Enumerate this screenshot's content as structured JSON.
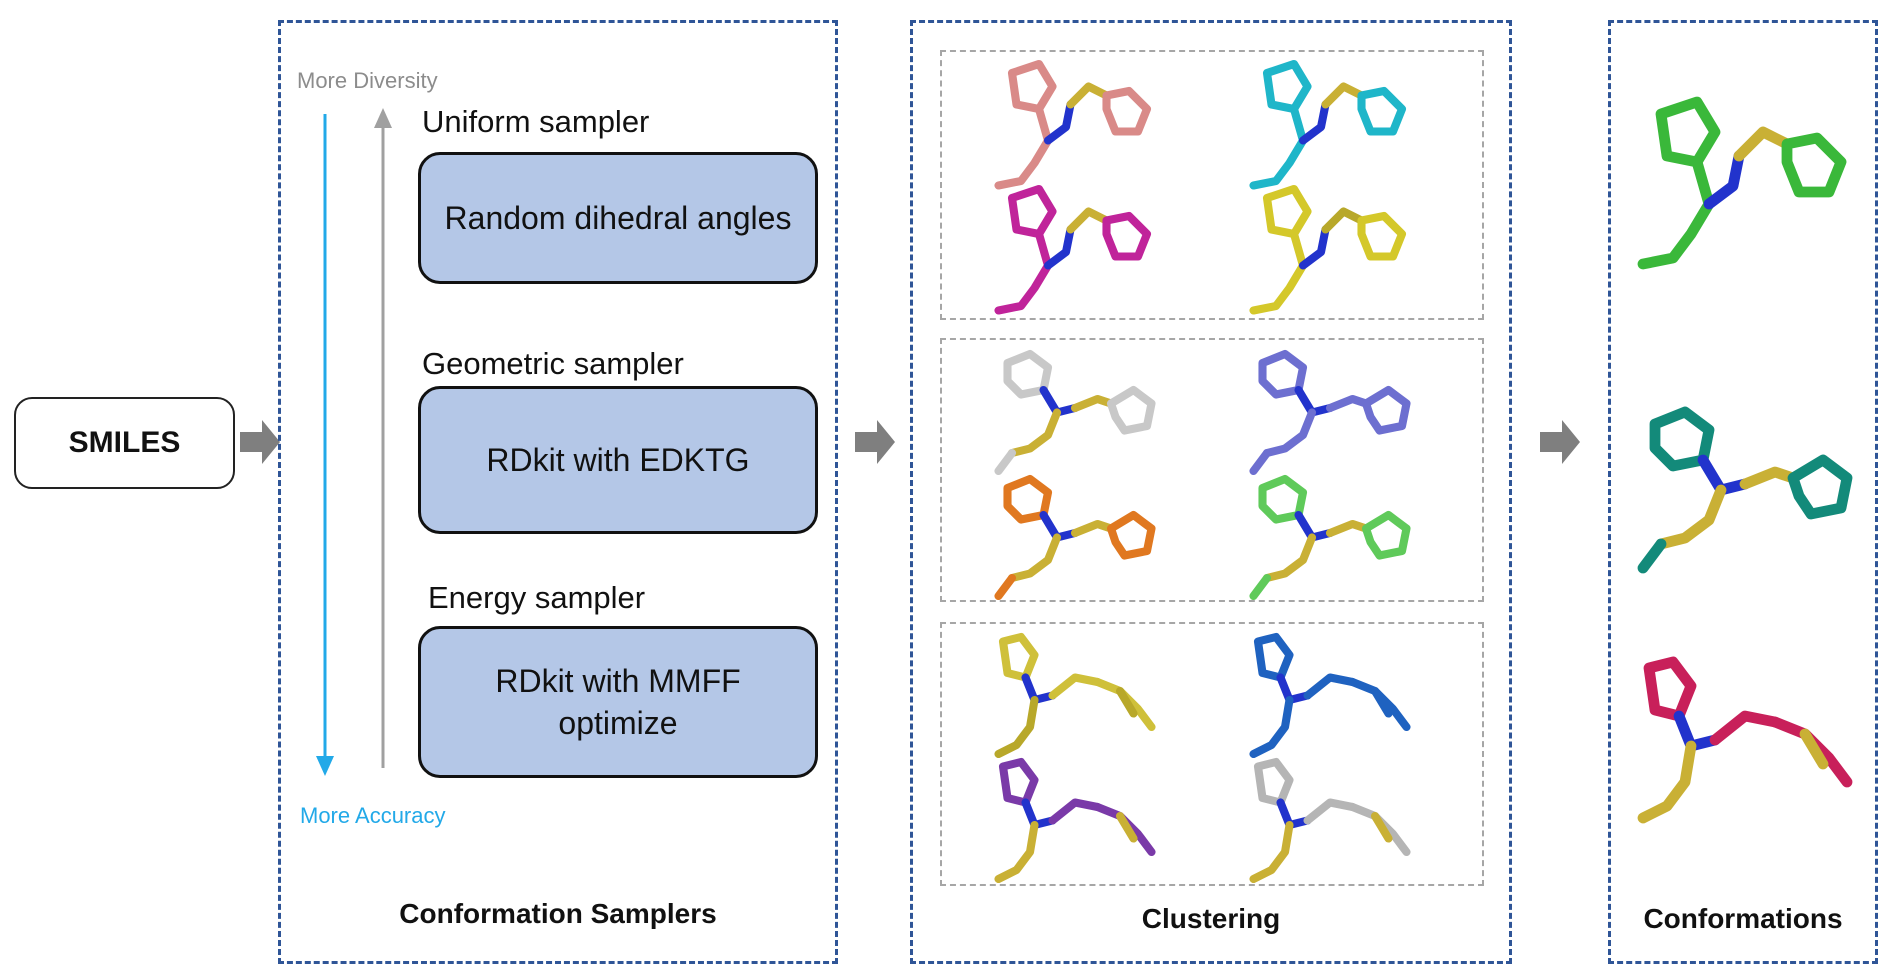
{
  "input": {
    "label": "SMILES"
  },
  "samplers_panel": {
    "title": "Conformation Samplers",
    "axis_top": "More Diversity",
    "axis_bottom": "More Accuracy",
    "samplers": [
      {
        "name": "Uniform sampler",
        "method": "Random dihedral angles"
      },
      {
        "name": "Geometric sampler",
        "method": "RDkit with EDKTG"
      },
      {
        "name": "Energy sampler",
        "method": "RDkit with MMFF optimize"
      }
    ]
  },
  "clustering_panel": {
    "title": "Clustering",
    "clusters": [
      {
        "molecules": [
          {
            "color": "#d98a88",
            "accent": "#c9b035"
          },
          {
            "color": "#1fb6c9",
            "accent": "#c9b035"
          },
          {
            "color": "#c0249a",
            "accent": "#c9b035"
          },
          {
            "color": "#d4c82a",
            "accent": "#b8a82a"
          }
        ]
      },
      {
        "molecules": [
          {
            "color": "#c8c8c8",
            "accent": "#c9b035"
          },
          {
            "color": "#6d6fd0",
            "accent": "#6d6fd0"
          },
          {
            "color": "#e07820",
            "accent": "#c9b035"
          },
          {
            "color": "#5fca5a",
            "accent": "#c9b035"
          }
        ]
      },
      {
        "molecules": [
          {
            "color": "#cfc03a",
            "accent": "#b8a82a"
          },
          {
            "color": "#1f62c0",
            "accent": "#1f62c0"
          },
          {
            "color": "#7a3aa8",
            "accent": "#c9b035"
          },
          {
            "color": "#b5b5b5",
            "accent": "#c9b035"
          }
        ]
      }
    ]
  },
  "conformations_panel": {
    "title": "Conformations",
    "molecules": [
      {
        "color": "#3ab83a",
        "accent": "#c9b035"
      },
      {
        "color": "#138a7a",
        "accent": "#c9b035"
      },
      {
        "color": "#c8205a",
        "accent": "#c9b035"
      }
    ]
  },
  "colors": {
    "panel_border": "#2f5597",
    "sampler_fill": "#b4c7e7",
    "diversity_text": "#8c8c8c",
    "accuracy_text": "#22a9e8",
    "nitrogen": "#2233cc"
  }
}
